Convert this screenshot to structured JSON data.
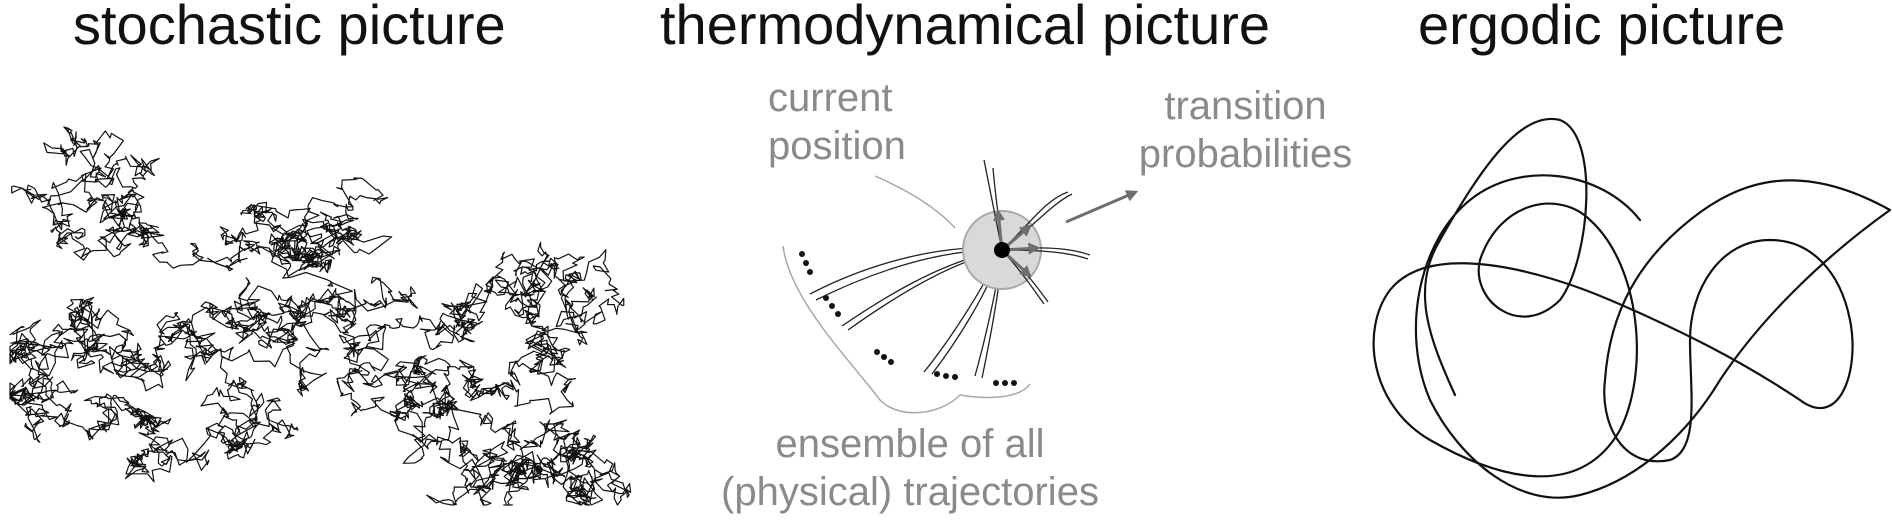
{
  "panels": {
    "stochastic": {
      "title": "stochastic picture"
    },
    "thermodynamical": {
      "title": "thermodynamical picture",
      "current_position": [
        "current",
        "position"
      ],
      "transition_probabilities": [
        "transition",
        "probabilities"
      ],
      "ensemble": [
        "ensemble of all",
        "(physical) trajectories"
      ]
    },
    "ergodic": {
      "title": "ergodic picture"
    }
  },
  "colors": {
    "ink": "#111111",
    "annotation_gray": "#8a8a8a",
    "arrow_gray": "#6e6e6e",
    "disc_fill": "#d9d9d9",
    "disc_stroke": "#a8a8a8"
  }
}
